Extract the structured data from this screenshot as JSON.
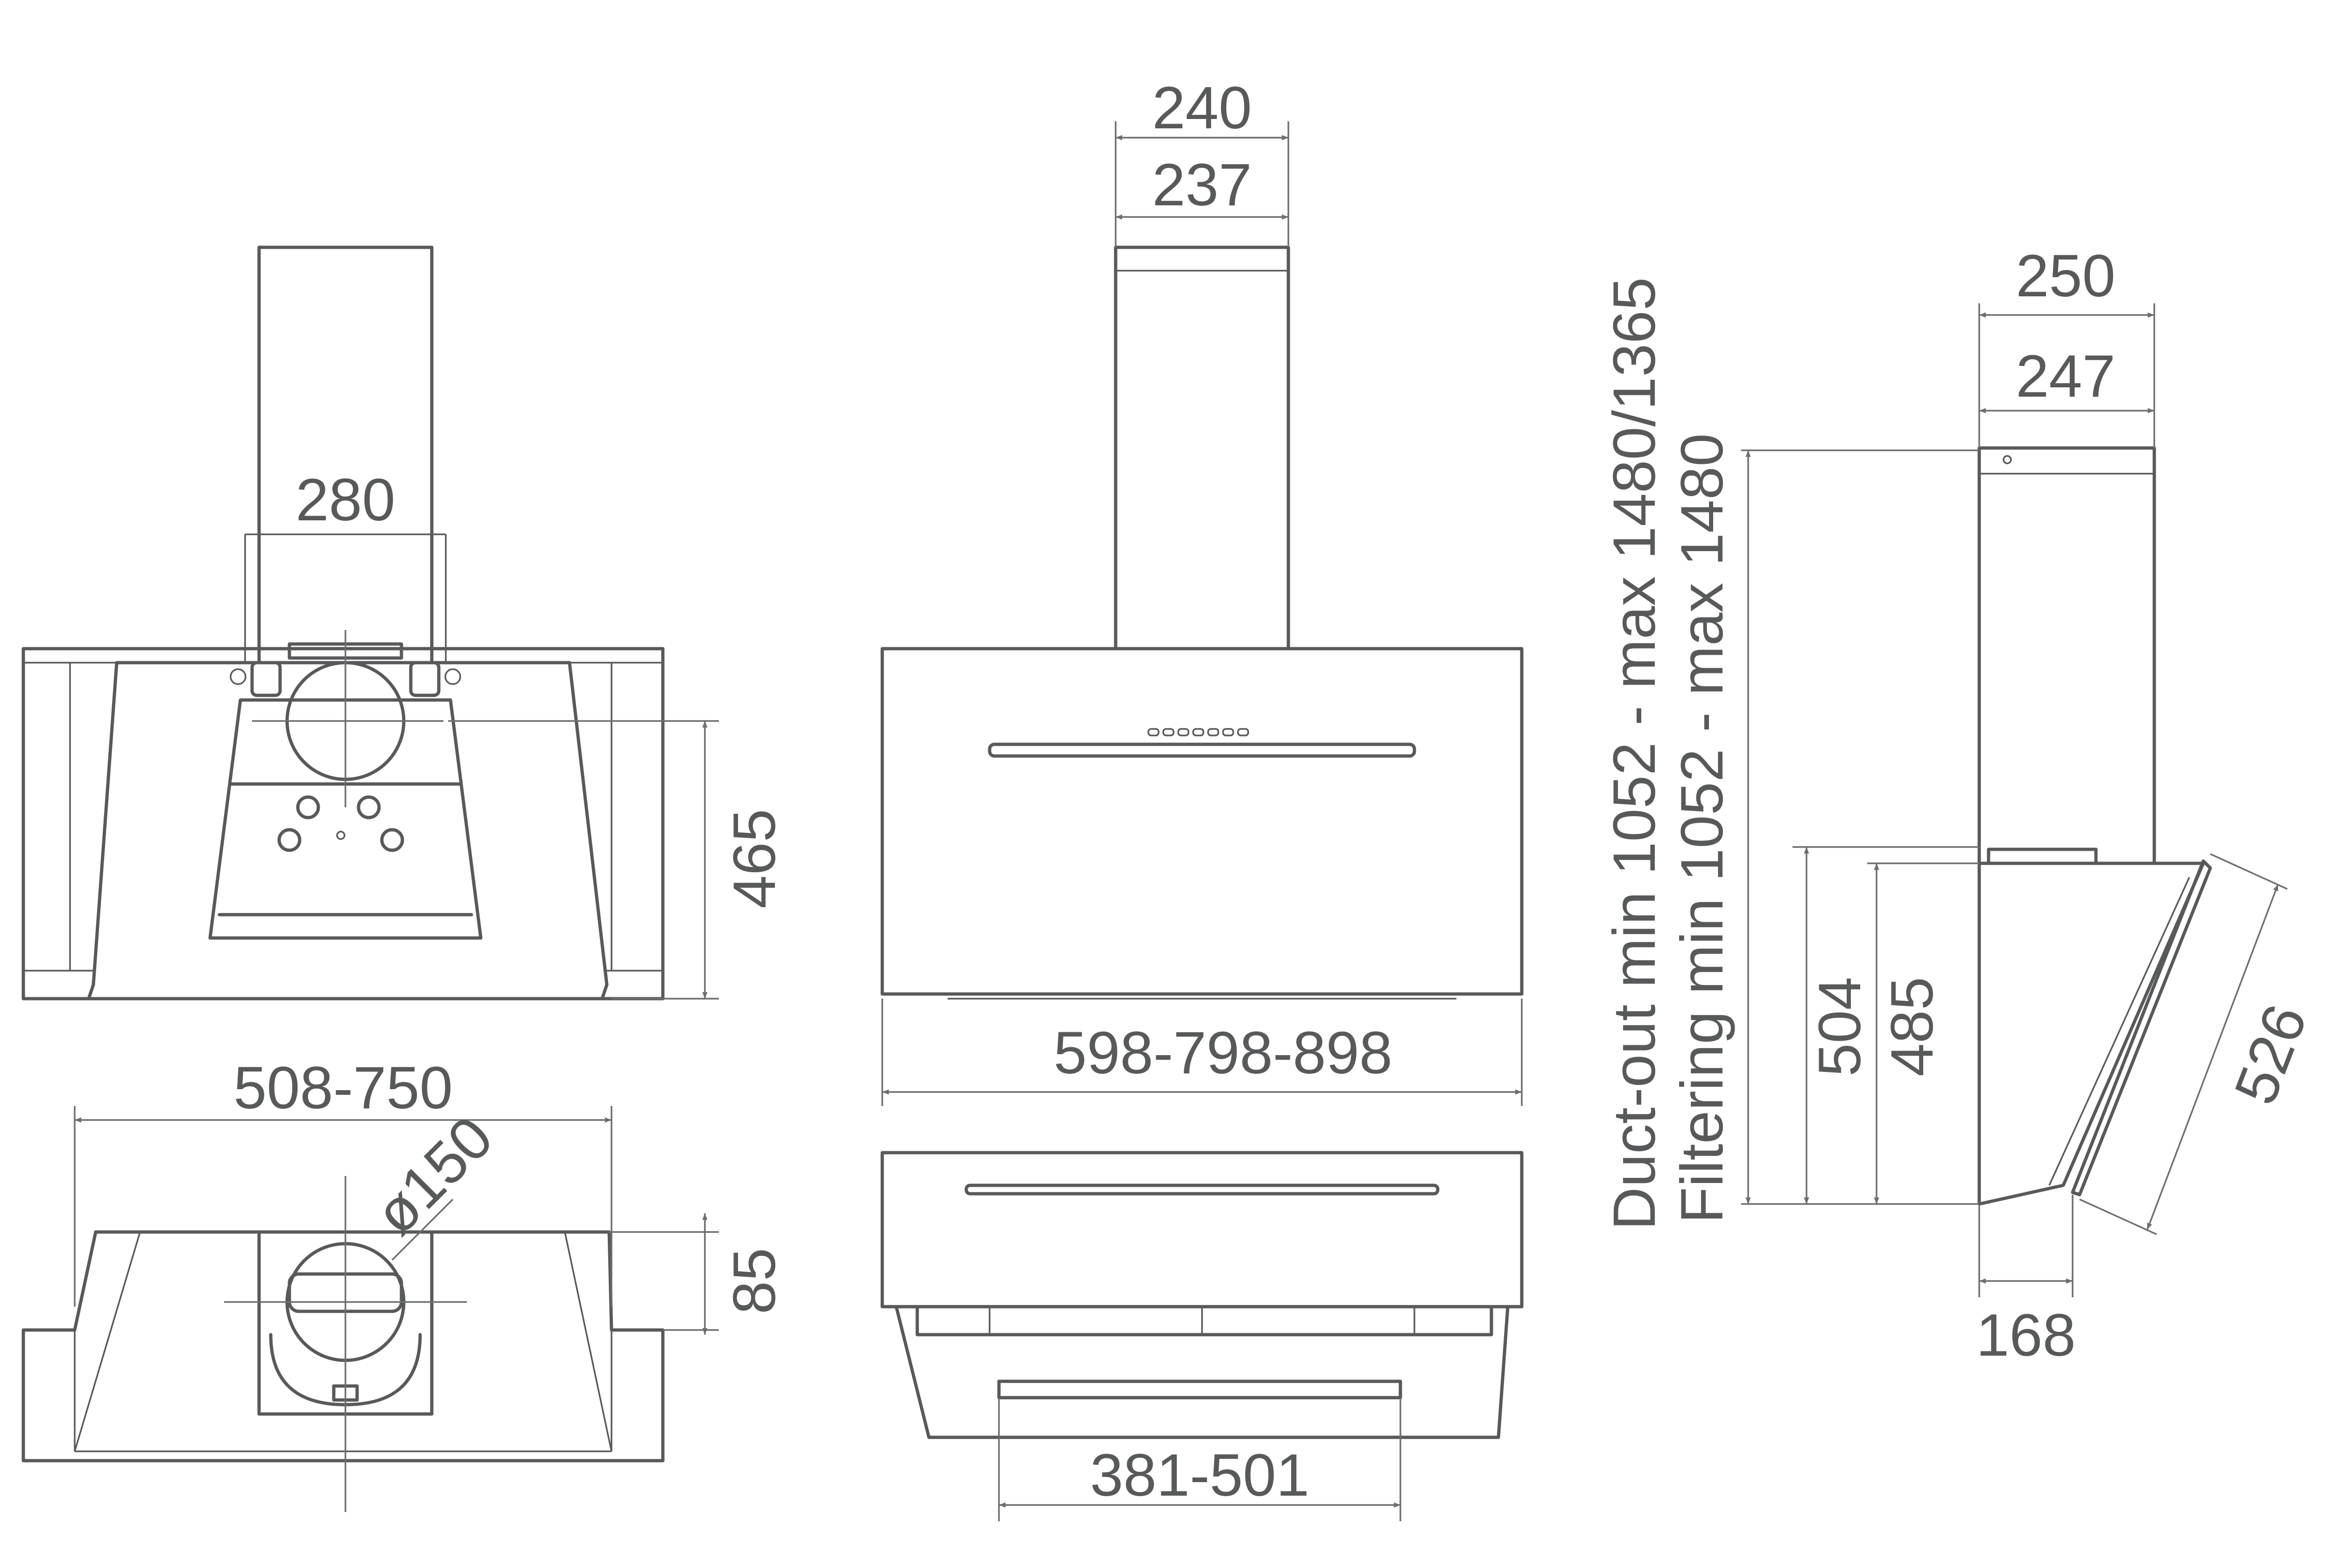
{
  "dimensions": {
    "chimney_outer_width": "240",
    "chimney_inner_width": "237",
    "bracket_width": "280",
    "body_height": "465",
    "total_width": "598-798-898",
    "bracket_span": "508-750",
    "duct_diameter": "ø150",
    "top_depth": "85",
    "filter_width": "381-501",
    "side_outer_width": "250",
    "side_inner_width": "247",
    "duct_out_range": "Duct-out min 1052 - max 1480/1365",
    "filtering_range": "Filtering min 1052 - max 1480",
    "side_height_outer": "504",
    "side_height_inner": "485",
    "glass_length": "526",
    "base_depth": "168"
  },
  "colors": {
    "line": "#58595b",
    "dimension": "#6d6e71",
    "background": "#ffffff"
  }
}
